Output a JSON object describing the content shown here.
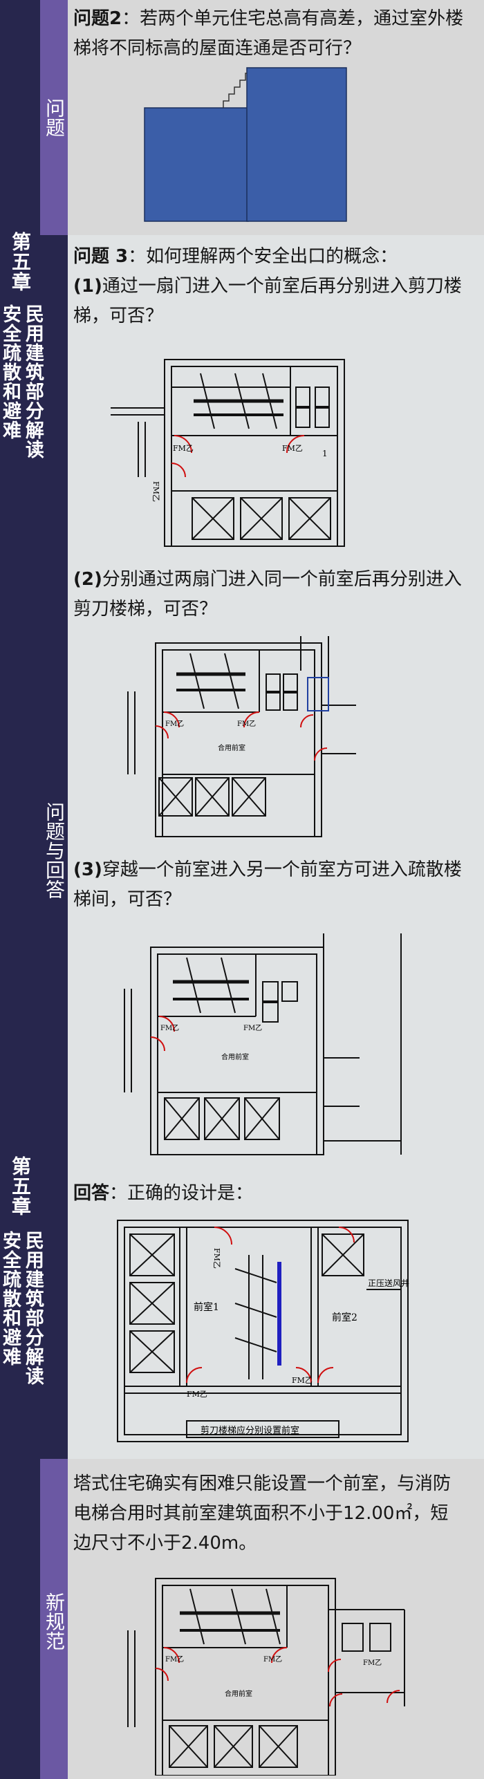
{
  "chapter_title": {
    "col1": "第五章",
    "col2": "民用建筑部分解读",
    "col3": "安全疏散和避难"
  },
  "section_labels": {
    "question": "问题",
    "qa": "问题与回答",
    "new_spec": "新规范"
  },
  "q2": {
    "label": "问题2",
    "text": "：若两个单元住宅总高有高差，通过室外楼梯将不同标高的屋面连通是否可行？"
  },
  "q3": {
    "label": "问题 3",
    "text": "：如何理解两个安全出口的概念：",
    "item1_label": "(1)",
    "item1_text": "通过一扇门进入一个前室后再分别进入剪刀楼梯，可否？",
    "item2_label": "(2)",
    "item2_text": "分别通过两扇门进入同一个前室后再分别进入剪刀楼梯，可否？",
    "item3_label": "(3)",
    "item3_text": "穿越一个前室进入另一个前室方可进入疏散楼梯间，可否？"
  },
  "answer": {
    "label": "回答",
    "text": "：正确的设计是："
  },
  "new_spec_text": "塔式住宅确实有困难只能设置一个前室，与消防电梯合用时其前室建筑面积不小于12.00㎡，短边尺寸不小于2.40m。",
  "plan_labels": {
    "fm": "FM乙",
    "shared_lobby": "合用前室",
    "shared_lobby_b": "合用前室",
    "num1": "1",
    "lobby1": "前室1",
    "lobby2": "前室2",
    "pressure_shaft": "正压送风井",
    "caption": "剪刀楼梯应分别设置前室"
  },
  "colors": {
    "navy": "#27264d",
    "purple": "#6b58a3",
    "block_blue": "#3b5ea8",
    "door_red": "#d01010",
    "stair_blue": "#2020c0"
  }
}
